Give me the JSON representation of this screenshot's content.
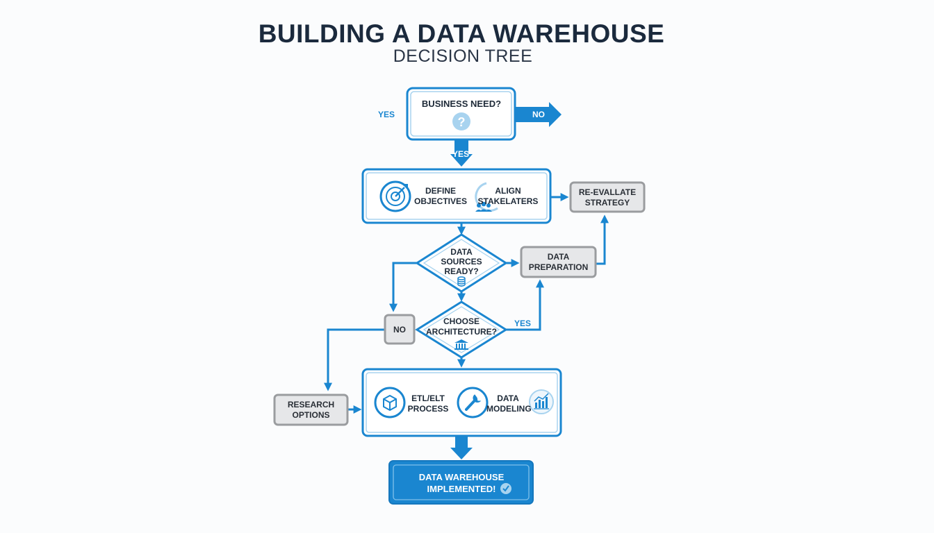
{
  "title": "BUILDING A DATA WAREHOUSE",
  "subtitle": "DECISION TREE",
  "nodes": {
    "business_need": "BUSINESS NEED?",
    "define_objectives": "DEFINE\nOBJECTIVES",
    "align_stakeholders": "ALIGN\nSTAKELATERS",
    "re_evaluate_strategy": "RE-EVALLATE\nSTRATEGY",
    "data_sources_ready": "DATA\nSOURCES\nREADY?",
    "data_preparation": "DATA\nPREPARATION",
    "no_box": "NO",
    "choose_architecture": "CHOOSE\nARCHITECTURE?",
    "research_options": "RESEARCH\nOPTIONS",
    "etl_elt_process": "ETL/ELT\nPROCESS",
    "data_modeling": "DATA\nMODELING",
    "data_warehouse_implemented": "DATA WAREHOUSE\nIMPLEMENTED!"
  },
  "edges": {
    "yes_left": "YES",
    "no_right": "NO",
    "yes_down": "YES",
    "yes_architecture": "YES"
  },
  "icons": {
    "business_need": "question-icon",
    "define_objectives": "target-icon",
    "align_stakeholders": "people-icon",
    "data_sources_ready": "database-icon",
    "choose_architecture": "building-icon",
    "etl_elt_process": "cube-icon",
    "data_modeling_tool": "wrench-icon",
    "data_modeling_chart": "chart-icon",
    "implemented": "check-icon"
  },
  "colors": {
    "primary_blue": "#1a86d0",
    "light_blue": "#a8d3ef",
    "gray_box_fill": "#e6e7e9",
    "gray_box_border": "#9a9c9f",
    "title": "#1b2a3d"
  }
}
